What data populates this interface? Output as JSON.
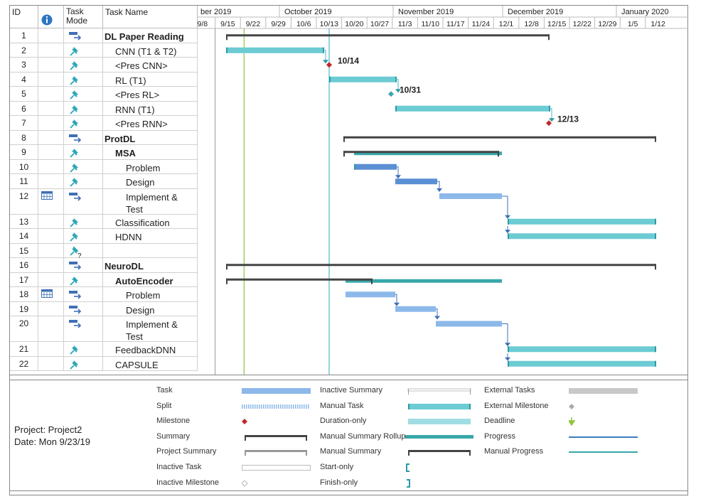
{
  "headers": {
    "id": "ID",
    "info_icon": "info-icon",
    "mode": "Task\nMode",
    "name": "Task Name"
  },
  "timescale": {
    "months": [
      "ber 2019",
      "October 2019",
      "November 2019",
      "December 2019",
      "January 2020"
    ],
    "weeks": [
      "9/8",
      "9/15",
      "9/22",
      "9/29",
      "10/6",
      "10/13",
      "10/20",
      "10/27",
      "11/3",
      "11/10",
      "11/17",
      "11/24",
      "12/1",
      "12/8",
      "12/15",
      "12/22",
      "12/29",
      "1/5",
      "1/12"
    ]
  },
  "tasks": [
    {
      "id": "1",
      "name": "DL Paper Reading",
      "mode": "auto",
      "style": "b lvl0"
    },
    {
      "id": "2",
      "name": "CNN (T1 & T2)",
      "mode": "manual",
      "style": "lvl1"
    },
    {
      "id": "3",
      "name": "<Pres CNN>",
      "mode": "manual",
      "style": "lvl1"
    },
    {
      "id": "4",
      "name": "RL (T1)",
      "mode": "manual",
      "style": "lvl1"
    },
    {
      "id": "5",
      "name": "<Pres RL>",
      "mode": "manual",
      "style": "lvl1"
    },
    {
      "id": "6",
      "name": "RNN (T1)",
      "mode": "manual",
      "style": "lvl1"
    },
    {
      "id": "7",
      "name": "<Pres RNN>",
      "mode": "manual",
      "style": "lvl1"
    },
    {
      "id": "8",
      "name": "ProtDL",
      "mode": "auto",
      "style": "b lvl0"
    },
    {
      "id": "9",
      "name": "MSA",
      "mode": "manual",
      "style": "b lvl1"
    },
    {
      "id": "10",
      "name": "Problem",
      "mode": "manual",
      "style": "lvl2"
    },
    {
      "id": "11",
      "name": "Design",
      "mode": "manual",
      "style": "lvl2"
    },
    {
      "id": "12",
      "name": "Implement & Test",
      "mode": "auto",
      "style": "lvl2",
      "calendar": true
    },
    {
      "id": "13",
      "name": "Classification",
      "mode": "manual",
      "style": "lvl1"
    },
    {
      "id": "14",
      "name": "HDNN",
      "mode": "manual",
      "style": "lvl1"
    },
    {
      "id": "15",
      "name": "",
      "mode": "unknown",
      "style": "lvl1"
    },
    {
      "id": "16",
      "name": "NeuroDL",
      "mode": "auto",
      "style": "b lvl0"
    },
    {
      "id": "17",
      "name": "AutoEncoder",
      "mode": "manual",
      "style": "b lvl1"
    },
    {
      "id": "18",
      "name": "Problem",
      "mode": "auto",
      "style": "lvl2",
      "calendar": true
    },
    {
      "id": "19",
      "name": "Design",
      "mode": "auto",
      "style": "lvl2"
    },
    {
      "id": "20",
      "name": "Implement & Test",
      "mode": "auto",
      "style": "lvl2"
    },
    {
      "id": "21",
      "name": "FeedbackDNN",
      "mode": "manual",
      "style": "lvl1"
    },
    {
      "id": "22",
      "name": "CAPSULE",
      "mode": "manual",
      "style": "lvl1"
    }
  ],
  "milestone_labels": [
    "10/14",
    "10/31",
    "12/13"
  ],
  "footer": {
    "project": "Project: Project2",
    "date": "Date: Mon 9/23/19"
  },
  "legend": [
    [
      "Task",
      "Split",
      "Milestone",
      "Summary",
      "Project Summary",
      "Inactive Task",
      "Inactive Milestone"
    ],
    [
      "Inactive Summary",
      "Manual Task",
      "Duration-only",
      "Manual Summary Rollup",
      "Manual Summary",
      "Start-only",
      "Finish-only"
    ],
    [
      "External Tasks",
      "External Milestone",
      "Deadline",
      "Progress",
      "Manual Progress"
    ]
  ],
  "colors": {
    "manual": "#6ccbd3",
    "auto": "#8cb8ea",
    "auto_dark": "#5b8fd4",
    "summary": "#444444",
    "milestone": "#c0282a",
    "deadline_line": "#8dc63f",
    "status_line": "#4fb4c4"
  }
}
